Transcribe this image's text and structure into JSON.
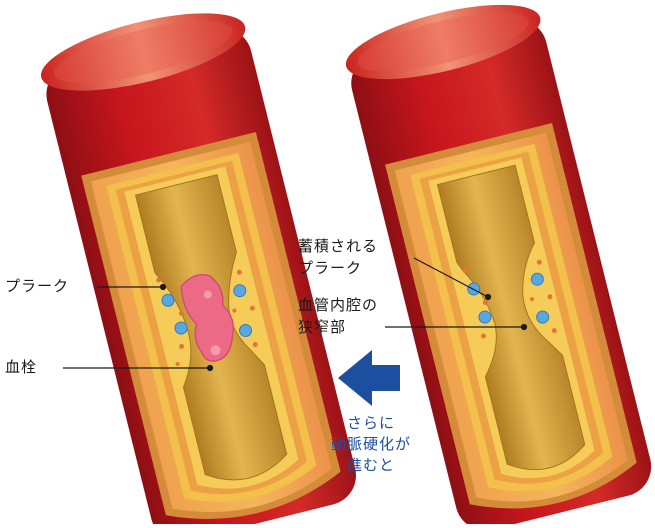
{
  "labels": {
    "plaque": "プラーク",
    "thrombus": "血栓",
    "accumulating_plaque_line1": "蓄積される",
    "accumulating_plaque_line2": "プラーク",
    "stenosis_line1": "血管内腔の",
    "stenosis_line2": "狭窄部"
  },
  "caption": {
    "line1": "さらに",
    "line2": "動脈硬化が",
    "line3": "進むと"
  },
  "colors": {
    "vessel_outer": "#c8161d",
    "vessel_highlight": "#f08a6c",
    "wall_orange": "#ef9a4a",
    "wall_yellow": "#f5c24b",
    "lumen_dark": "#c9962f",
    "lumen_light": "#e9c05a",
    "plaque_fill": "#f7cf5a",
    "plaque_cell_blue": "#5aa7e0",
    "thrombus_pink": "#ec6a86",
    "arrow_blue": "#1d4fa0"
  }
}
